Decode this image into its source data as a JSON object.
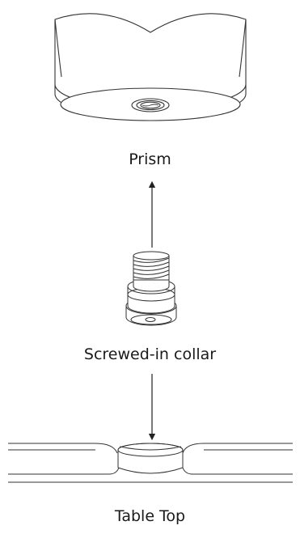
{
  "labels": {
    "prism": "Prism",
    "collar": "Screwed-in collar",
    "table_top": "Table Top"
  },
  "colors": {
    "line": "#333333",
    "fill": "#ffffff",
    "text": "#1a1a1a"
  }
}
